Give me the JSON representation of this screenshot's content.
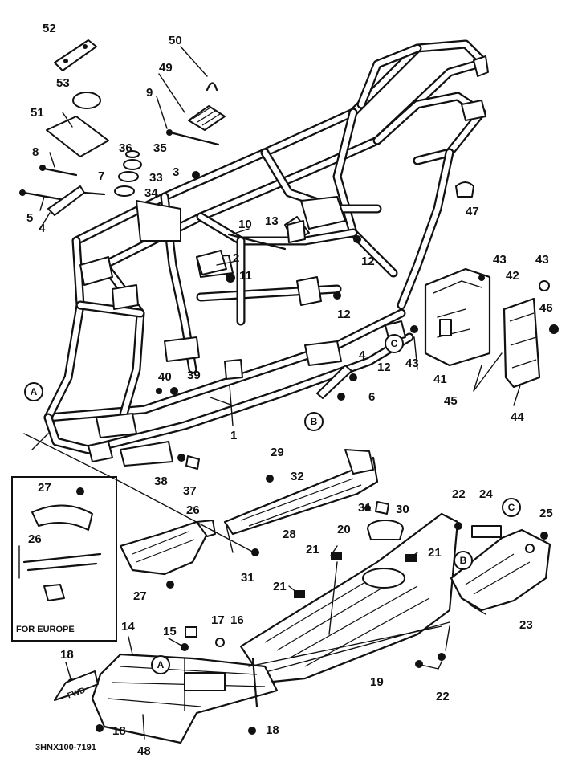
{
  "diagram": {
    "callouts": [
      {
        "key": "52",
        "text": "52"
      },
      {
        "key": "53",
        "text": "53"
      },
      {
        "key": "51",
        "text": "51"
      },
      {
        "key": "50",
        "text": "50"
      },
      {
        "key": "49",
        "text": "49"
      },
      {
        "key": "9",
        "text": "9"
      },
      {
        "key": "36",
        "text": "36"
      },
      {
        "key": "35",
        "text": "35"
      },
      {
        "key": "8",
        "text": "8"
      },
      {
        "key": "3",
        "text": "3"
      },
      {
        "key": "33",
        "text": "33"
      },
      {
        "key": "7",
        "text": "7"
      },
      {
        "key": "34",
        "text": "34"
      },
      {
        "key": "5",
        "text": "5"
      },
      {
        "key": "4a",
        "text": "4"
      },
      {
        "key": "10",
        "text": "10"
      },
      {
        "key": "13",
        "text": "13"
      },
      {
        "key": "2",
        "text": "2"
      },
      {
        "key": "11",
        "text": "11"
      },
      {
        "key": "12a",
        "text": "12"
      },
      {
        "key": "12b",
        "text": "12"
      },
      {
        "key": "47",
        "text": "47"
      },
      {
        "key": "43a",
        "text": "43"
      },
      {
        "key": "43b",
        "text": "43"
      },
      {
        "key": "42",
        "text": "42"
      },
      {
        "key": "46",
        "text": "46"
      },
      {
        "key": "43c",
        "text": "43"
      },
      {
        "key": "41",
        "text": "41"
      },
      {
        "key": "45",
        "text": "45"
      },
      {
        "key": "44",
        "text": "44"
      },
      {
        "key": "4b",
        "text": "4"
      },
      {
        "key": "12c",
        "text": "12"
      },
      {
        "key": "6",
        "text": "6"
      },
      {
        "key": "40",
        "text": "40"
      },
      {
        "key": "39",
        "text": "39"
      },
      {
        "key": "1",
        "text": "1"
      },
      {
        "key": "29",
        "text": "29"
      },
      {
        "key": "32",
        "text": "32"
      },
      {
        "key": "38",
        "text": "38"
      },
      {
        "key": "37",
        "text": "37"
      },
      {
        "key": "27a",
        "text": "27"
      },
      {
        "key": "26a",
        "text": "26"
      },
      {
        "key": "26b",
        "text": "26"
      },
      {
        "key": "31a",
        "text": "31"
      },
      {
        "key": "30",
        "text": "30"
      },
      {
        "key": "28",
        "text": "28"
      },
      {
        "key": "22a",
        "text": "22"
      },
      {
        "key": "24",
        "text": "24"
      },
      {
        "key": "25",
        "text": "25"
      },
      {
        "key": "20",
        "text": "20"
      },
      {
        "key": "21a",
        "text": "21"
      },
      {
        "key": "21b",
        "text": "21"
      },
      {
        "key": "21c",
        "text": "21"
      },
      {
        "key": "31b",
        "text": "31"
      },
      {
        "key": "27b",
        "text": "27"
      },
      {
        "key": "23",
        "text": "23"
      },
      {
        "key": "14",
        "text": "14"
      },
      {
        "key": "17",
        "text": "17"
      },
      {
        "key": "16",
        "text": "16"
      },
      {
        "key": "15",
        "text": "15"
      },
      {
        "key": "18a",
        "text": "18"
      },
      {
        "key": "19",
        "text": "19"
      },
      {
        "key": "22b",
        "text": "22"
      },
      {
        "key": "18b",
        "text": "18"
      },
      {
        "key": "48",
        "text": "48"
      },
      {
        "key": "18c",
        "text": "18"
      }
    ],
    "reference_markers": {
      "A1": "A",
      "A2": "A",
      "B1": "B",
      "B2": "B",
      "C1": "C",
      "C2": "C"
    },
    "inset_caption": "FOR EUROPE",
    "fwd_label": "FWD",
    "drawing_code": "3HNX100-7191"
  }
}
